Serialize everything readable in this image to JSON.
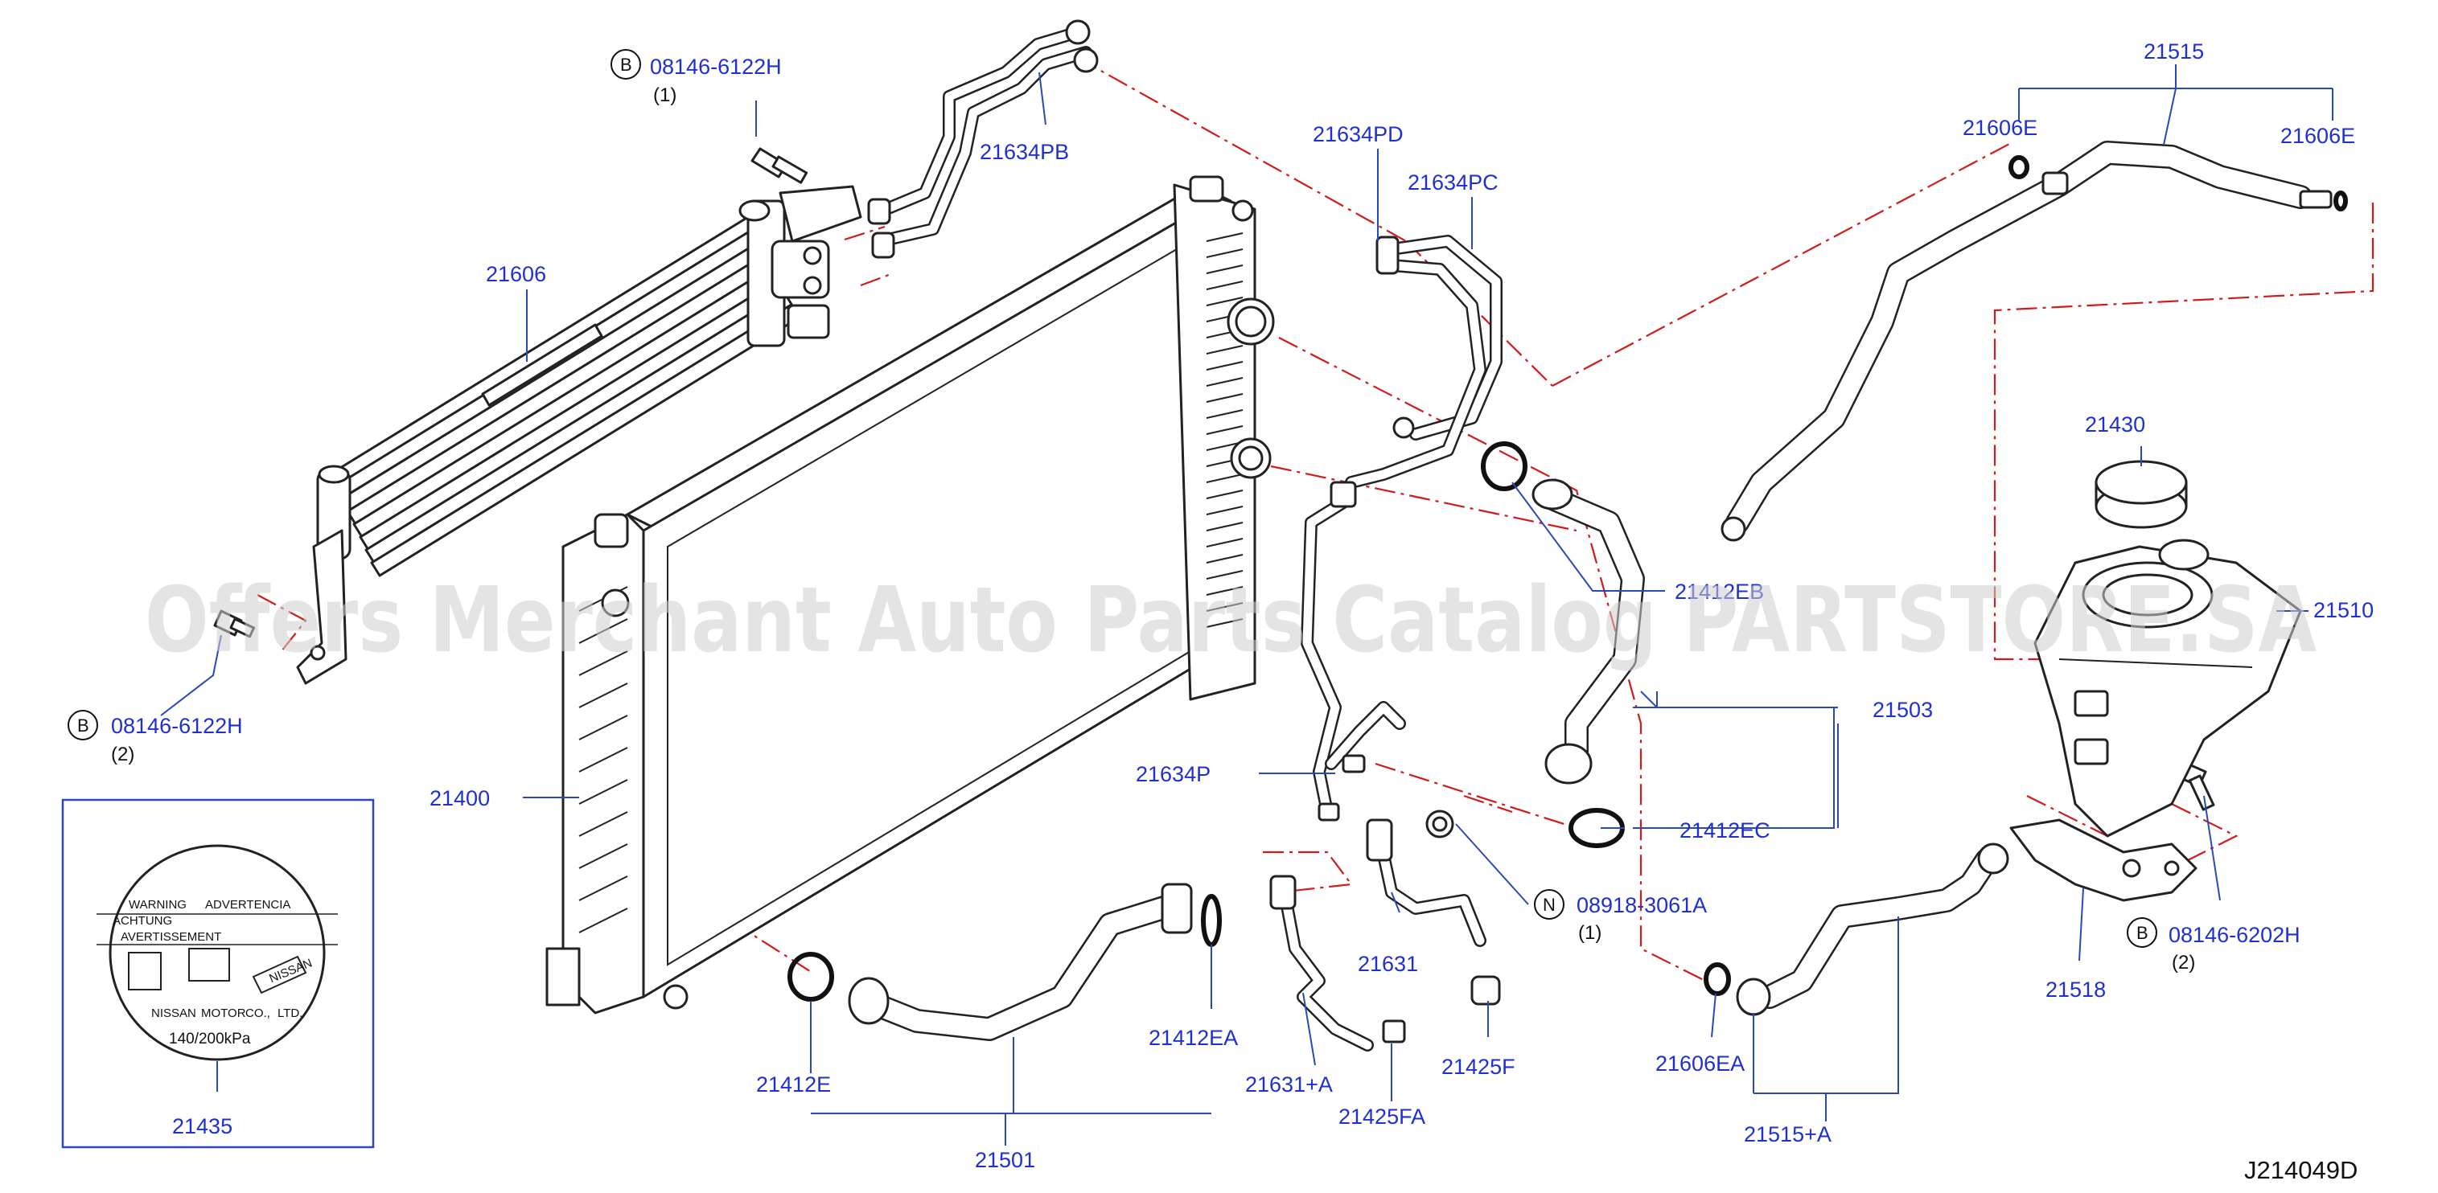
{
  "drawing_id": "J214049D",
  "watermark": "Offers Merchant Auto Parts Catalog PARTSTORE.SA",
  "labels": {
    "p21515": "21515",
    "p21606e_left": "21606E",
    "p21606e_right": "21606E",
    "b_bolt_top": "08146-6122H",
    "b_bolt_top_qty": "(1)",
    "p21634pb": "21634PB",
    "p21634pd": "21634PD",
    "p21634pc": "21634PC",
    "p21606": "21606",
    "p21430": "21430",
    "p21412eb": "21412EB",
    "p21510": "21510",
    "b_bolt_left": "08146-6122H",
    "b_bolt_left_qty": "(2)",
    "p21503": "21503",
    "p21400": "21400",
    "p21634p": "21634P",
    "p21412ec": "21412EC",
    "n_nut": "08918-3061A",
    "n_nut_qty": "(1)",
    "b_bolt_right": "08146-6202H",
    "b_bolt_right_qty": "(2)",
    "p21631": "21631",
    "p21518": "21518",
    "p21412ea": "21412EA",
    "p21425f": "21425F",
    "p21606ea": "21606EA",
    "p21412e": "21412E",
    "p21631a": "21631+A",
    "p21425fa": "21425FA",
    "p21515a": "21515+A",
    "p21435": "21435",
    "p21501": "21501"
  },
  "circle_letters": {
    "b": "B",
    "n": "N"
  },
  "cap_label": {
    "warning": "WARNING",
    "advertencia": "ADVERTENCIA",
    "achtung": "ACHTUNG",
    "avertissement": "AVERTISSEMENT",
    "nissan": "NISSAN",
    "motor": "MOTOR",
    "co": "CO.,",
    "ltd": "LTD.",
    "pressure": "140/200kPa",
    "nissan_tag": "NISSAN"
  },
  "colors": {
    "part_number": "#1f2fd6",
    "leader_line": "#2a49b8",
    "connection_dash": "#d21a1a",
    "outline": "#222222"
  }
}
